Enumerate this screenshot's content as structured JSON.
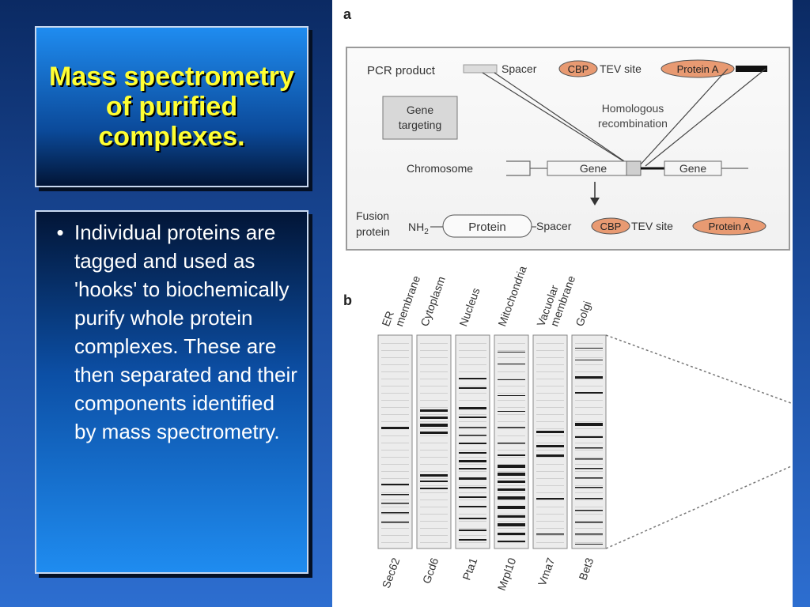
{
  "slide": {
    "title": "Mass spectrometry of purified complexes.",
    "bullet_marker": "•",
    "bullet": "Individual proteins are tagged and used as 'hooks' to biochemically purify whole protein complexes. These are then separated and their components identified by mass spectrometry."
  },
  "panel_a": {
    "letter": "a",
    "pcr_label": "PCR product",
    "spacer1": "Spacer",
    "cbp1": "CBP",
    "tev1": "TEV site",
    "proteinA1": "Protein A",
    "gene_targeting_l1": "Gene",
    "gene_targeting_l2": "targeting",
    "homologous_l1": "Homologous",
    "homologous_l2": "recombination",
    "chromosome": "Chromosome",
    "gene1": "Gene",
    "gene2": "Gene",
    "fusion_l1": "Fusion",
    "fusion_l2": "protein",
    "nh2": "NH",
    "nh2_sub": "2",
    "protein_box": "Protein",
    "spacer2": "Spacer",
    "cbp2": "CBP",
    "tev2": "TEV site",
    "proteinA2": "Protein A"
  },
  "panel_b": {
    "letter": "b",
    "lanes": [
      {
        "top": [
          "ER",
          "membrane"
        ],
        "bottom": "Sec62"
      },
      {
        "top": [
          "Cytoplasm"
        ],
        "bottom": "Gcd6"
      },
      {
        "top": [
          "Nucleus"
        ],
        "bottom": "Pta1"
      },
      {
        "top": [
          "Mitochondria"
        ],
        "bottom": "Mrpl10"
      },
      {
        "top": [
          "Vacuolar",
          "membrane"
        ],
        "bottom": "Vma7"
      },
      {
        "top": [
          "Golgi"
        ],
        "bottom": "Bet3"
      }
    ]
  },
  "colors": {
    "title_text": "#ffff33",
    "tag_fill": "#e89a72",
    "gene_targeting_fill": "#d8d8d8"
  }
}
